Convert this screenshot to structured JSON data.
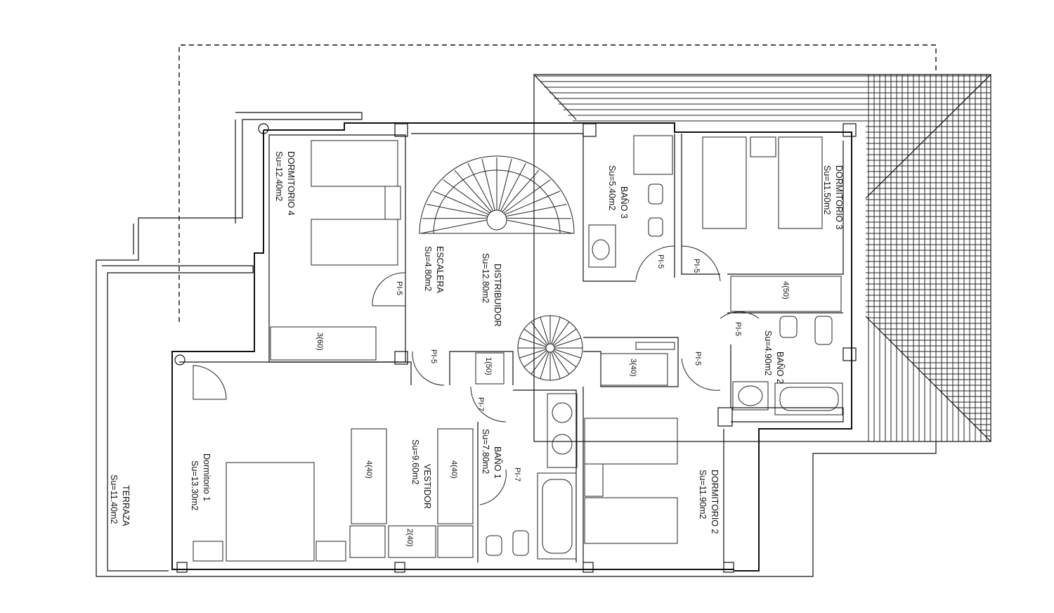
{
  "rooms": {
    "dormitorio4": {
      "name": "DORMITORIO 4",
      "area": "Su=12.40m2"
    },
    "escalera": {
      "name": "ESCALERA",
      "area": "Su=4.80m2"
    },
    "distribuidor": {
      "name": "DISTRIBUIDOR",
      "area": "Su=12.80m2"
    },
    "bano3": {
      "name": "BAÑO 3",
      "area": "Su=5.40m2"
    },
    "dormitorio3": {
      "name": "DORMITORIO 3",
      "area": "Su=11.50m2"
    },
    "bano2": {
      "name": "BAÑO 2",
      "area": "Su=4.90m2"
    },
    "dormitorio2": {
      "name": "DORMITORIO 2",
      "area": "Su=11.90m2"
    },
    "bano1": {
      "name": "BAÑO 1",
      "area": "Su=7.80m2"
    },
    "vestidor": {
      "name": "VESTIDOR",
      "area": "Su=9.60m2"
    },
    "dormitorio1": {
      "name": "Dormitorio 1",
      "area": "Su=13.30m2"
    },
    "terraza": {
      "name": "TERRAZA",
      "area": "Su=11.40m2"
    }
  },
  "doors": {
    "d_pi5_a": "PI-5",
    "d_pi5_b": "PI-5",
    "d_pi5_c": "PI-5",
    "d_pi5_d": "PI-5",
    "d_pi5_e": "PI-5",
    "d_pi5_f": "PI-5",
    "d_pi7_a": "PI-7",
    "d_pi7_b": "PI-7"
  },
  "wardrobes": {
    "w_3_60": "3(60)",
    "w_4_50": "4(50)",
    "w_1_50": "1(50)",
    "w_3_40": "3(40)",
    "w_4_40_a": "4(40)",
    "w_4_40_b": "4(40)",
    "w_2_40": "2(40)"
  }
}
